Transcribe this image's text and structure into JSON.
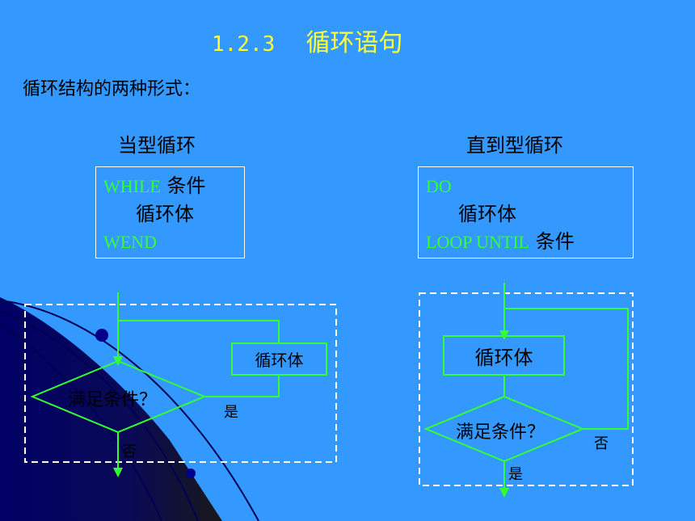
{
  "title": {
    "number": "1.2.3",
    "text": "循环语句"
  },
  "intro": "循环结构的两种形式：",
  "while_section": {
    "heading": "当型循环",
    "code": {
      "kw_while": "WHILE",
      "cond": "条件",
      "body": "循环体",
      "kw_wend": "WEND"
    },
    "flow": {
      "body_box": "循环体",
      "decision": "满足条件？",
      "yes": "是",
      "no": "否"
    }
  },
  "until_section": {
    "heading": "直到型循环",
    "code": {
      "kw_do": "DO",
      "body": "循环体",
      "kw_loop": "LOOP UNTIL",
      "cond": "条件"
    },
    "flow": {
      "body_box": "循环体",
      "decision": "满足条件？",
      "no": "否",
      "yes": "是"
    }
  },
  "colors": {
    "background": "#3399ff",
    "title": "#ffff33",
    "keyword": "#33ff33",
    "flow_line": "#33ff33",
    "dashed_frame": "#ffffff"
  }
}
